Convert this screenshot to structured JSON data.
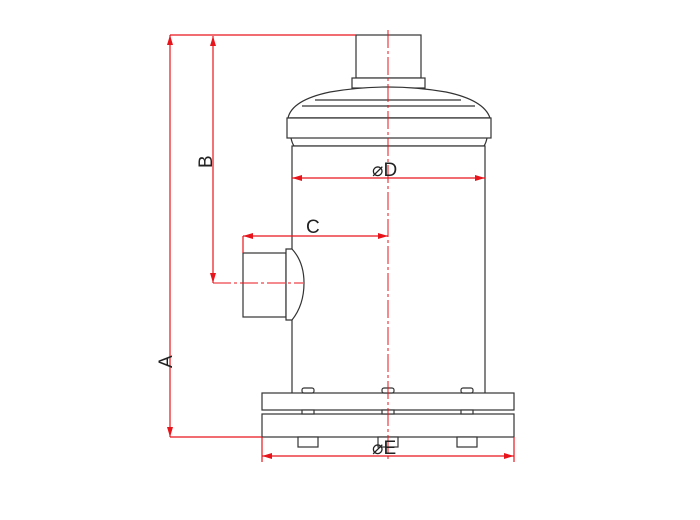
{
  "diagram": {
    "labels": {
      "A": "A",
      "B": "B",
      "C": "C",
      "D": "⌀D",
      "E": "⌀E"
    },
    "colors": {
      "dimension": "#e8141c",
      "outline": "#333333"
    }
  }
}
